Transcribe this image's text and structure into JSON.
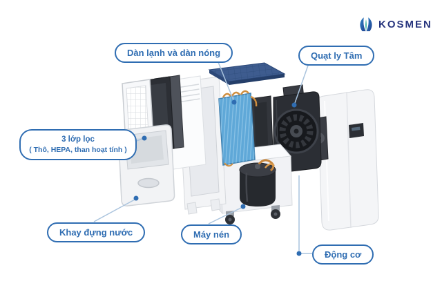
{
  "brand": {
    "name": "KOSMEN"
  },
  "labels": {
    "coils": "Dàn lạnh và dàn nóng",
    "fan": "Quạt ly Tâm",
    "filters_line1": "3 lớp lọc",
    "filters_line2": "( Thô, HEPA, than hoạt tính )",
    "tray": "Khay đựng nước",
    "compressor": "Máy nén",
    "motor": "Động cơ"
  },
  "parts": [
    "water-tray",
    "pre-filter",
    "carbon-filter",
    "front-panel",
    "main-frame",
    "top-lid",
    "evaporator-coil",
    "compressor",
    "base-unit",
    "fan-housing",
    "motor",
    "rear-shell"
  ],
  "colors": {
    "label_blue": "#2f6db2",
    "line_blue": "#a9c3dd",
    "logo_navy": "#27357e",
    "coil_blue": "#5fa8d8",
    "lid_navy": "#3e5c8f"
  }
}
